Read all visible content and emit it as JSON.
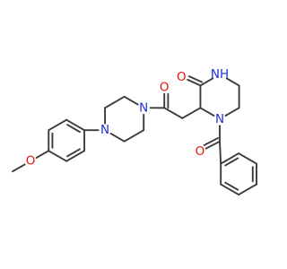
{
  "colors": {
    "bond": "#3b3b3b",
    "nitrogen": "#1f2fd6",
    "oxygen": "#e3170a",
    "background": "#ffffff"
  },
  "atoms": [
    {
      "id": "a1",
      "element": "O",
      "label": "O"
    },
    {
      "id": "a2",
      "element": "C",
      "label": ""
    },
    {
      "id": "a3",
      "element": "C",
      "label": ""
    },
    {
      "id": "a4",
      "element": "C",
      "label": ""
    },
    {
      "id": "a5",
      "element": "C",
      "label": ""
    },
    {
      "id": "a6",
      "element": "C",
      "label": ""
    },
    {
      "id": "a7",
      "element": "C",
      "label": ""
    },
    {
      "id": "a8",
      "element": "C",
      "label": ""
    },
    {
      "id": "a9",
      "element": "C",
      "label": ""
    },
    {
      "id": "a10",
      "element": "N",
      "label": "N"
    },
    {
      "id": "a11",
      "element": "C",
      "label": ""
    },
    {
      "id": "a12",
      "element": "C",
      "label": ""
    },
    {
      "id": "a13",
      "element": "N",
      "label": "N"
    },
    {
      "id": "a14",
      "element": "C",
      "label": ""
    },
    {
      "id": "a15",
      "element": "C",
      "label": ""
    },
    {
      "id": "a16",
      "element": "C",
      "label": ""
    },
    {
      "id": "a17",
      "element": "O",
      "label": "O"
    },
    {
      "id": "a18",
      "element": "C",
      "label": ""
    },
    {
      "id": "a19",
      "element": "C",
      "label": ""
    },
    {
      "id": "a20",
      "element": "C",
      "label": ""
    },
    {
      "id": "a21",
      "element": "O",
      "label": "O"
    },
    {
      "id": "a22",
      "element": "N",
      "label": "NH"
    },
    {
      "id": "a23",
      "element": "C",
      "label": ""
    },
    {
      "id": "a24",
      "element": "C",
      "label": ""
    },
    {
      "id": "a25",
      "element": "N",
      "label": "N"
    },
    {
      "id": "a26",
      "element": "C",
      "label": ""
    },
    {
      "id": "a27",
      "element": "O",
      "label": "O"
    },
    {
      "id": "a28",
      "element": "C",
      "label": ""
    },
    {
      "id": "a29",
      "element": "C",
      "label": ""
    },
    {
      "id": "a30",
      "element": "C",
      "label": ""
    },
    {
      "id": "a31",
      "element": "C",
      "label": ""
    },
    {
      "id": "a32",
      "element": "C",
      "label": ""
    },
    {
      "id": "a33",
      "element": "C",
      "label": ""
    }
  ],
  "bonds": [
    {
      "from": "a1",
      "to": "a2",
      "order": 1
    },
    {
      "from": "a2",
      "to": "a3",
      "order": 2
    },
    {
      "from": "a3",
      "to": "a4",
      "order": 1
    },
    {
      "from": "a4",
      "to": "a5",
      "order": 2
    },
    {
      "from": "a5",
      "to": "a6",
      "order": 1
    },
    {
      "from": "a6",
      "to": "a7",
      "order": 2
    },
    {
      "from": "a7",
      "to": "a2",
      "order": 1
    },
    {
      "from": "a1",
      "to": "a8",
      "order": 1
    },
    {
      "from": "a5",
      "to": "a10",
      "order": 1
    },
    {
      "from": "a10",
      "to": "a9",
      "order": 1
    },
    {
      "from": "a9",
      "to": "a11",
      "order": 1
    },
    {
      "from": "a11",
      "to": "a13",
      "order": 1
    },
    {
      "from": "a13",
      "to": "a14",
      "order": 1
    },
    {
      "from": "a14",
      "to": "a12",
      "order": 1
    },
    {
      "from": "a12",
      "to": "a10",
      "order": 1
    },
    {
      "from": "a13",
      "to": "a15",
      "order": 1
    },
    {
      "from": "a15",
      "to": "a17",
      "order": 2
    },
    {
      "from": "a15",
      "to": "a16",
      "order": 1
    },
    {
      "from": "a16",
      "to": "a18",
      "order": 1
    },
    {
      "from": "a18",
      "to": "a20",
      "order": 1
    },
    {
      "from": "a20",
      "to": "a21",
      "order": 2
    },
    {
      "from": "a20",
      "to": "a22",
      "order": 1
    },
    {
      "from": "a22",
      "to": "a23",
      "order": 1
    },
    {
      "from": "a23",
      "to": "a24",
      "order": 1
    },
    {
      "from": "a24",
      "to": "a25",
      "order": 1
    },
    {
      "from": "a25",
      "to": "a18",
      "order": 1
    },
    {
      "from": "a25",
      "to": "a26",
      "order": 1
    },
    {
      "from": "a26",
      "to": "a27",
      "order": 2
    },
    {
      "from": "a26",
      "to": "a28",
      "order": 1
    },
    {
      "from": "a28",
      "to": "a29",
      "order": 2
    },
    {
      "from": "a29",
      "to": "a30",
      "order": 1
    },
    {
      "from": "a30",
      "to": "a31",
      "order": 2
    },
    {
      "from": "a31",
      "to": "a32",
      "order": 1
    },
    {
      "from": "a32",
      "to": "a33",
      "order": 2
    },
    {
      "from": "a33",
      "to": "a28",
      "order": 1
    }
  ]
}
